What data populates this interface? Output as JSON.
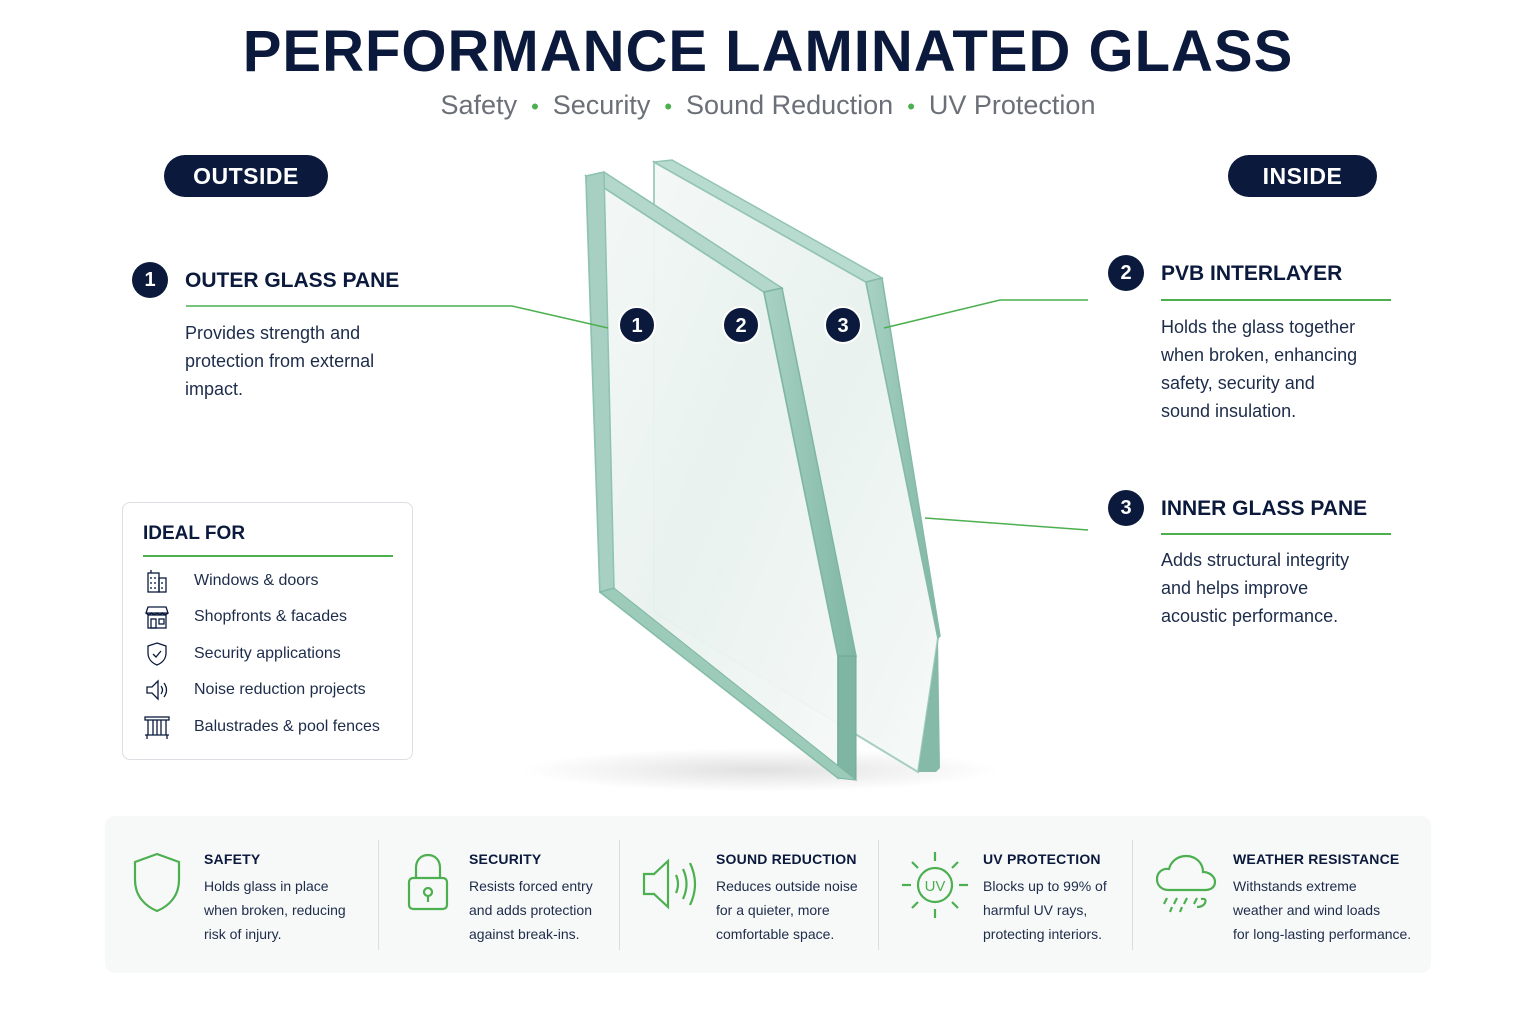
{
  "title": "PERFORMANCE LAMINATED GLASS",
  "subtitle": {
    "items": [
      "Safety",
      "Security",
      "Sound Reduction",
      "UV Protection"
    ],
    "separator": "•"
  },
  "labels": {
    "outside": "OUTSIDE",
    "inside": "INSIDE"
  },
  "markers": [
    "1",
    "2",
    "3"
  ],
  "callouts": [
    {
      "number": "1",
      "title": "OUTER GLASS PANE",
      "desc": [
        "Provides strength and",
        "protection from external",
        "impact."
      ]
    },
    {
      "number": "2",
      "title": "PVB INTERLAYER",
      "desc": [
        "Holds the glass together",
        "when broken, enhancing",
        "safety, security and",
        "sound insulation."
      ]
    },
    {
      "number": "3",
      "title": "INNER GLASS PANE",
      "desc": [
        "Adds structural integrity",
        "and helps improve",
        "acoustic performance."
      ]
    }
  ],
  "ideal_for": {
    "title": "IDEAL FOR",
    "items": [
      {
        "icon": "building-icon",
        "label": "Windows & doors"
      },
      {
        "icon": "shopfront-icon",
        "label": "Shopfronts & facades"
      },
      {
        "icon": "shield-check-icon",
        "label": "Security applications"
      },
      {
        "icon": "speaker-icon",
        "label": "Noise reduction projects"
      },
      {
        "icon": "balustrade-icon",
        "label": "Balustrades & pool fences"
      }
    ]
  },
  "benefits": [
    {
      "icon": "shield-icon",
      "title": "SAFETY",
      "desc": [
        "Holds glass in place",
        "when broken, reducing",
        "risk of injury."
      ]
    },
    {
      "icon": "padlock-icon",
      "title": "SECURITY",
      "desc": [
        "Resists forced entry",
        "and adds protection",
        "against break-ins."
      ]
    },
    {
      "icon": "sound-waves-icon",
      "title": "SOUND REDUCTION",
      "desc": [
        "Reduces outside noise",
        "for a quieter, more",
        "comfortable space."
      ]
    },
    {
      "icon": "uv-sun-icon",
      "uv_text": "UV",
      "title": "UV PROTECTION",
      "desc": [
        "Blocks up to 99% of",
        "harmful UV rays,",
        "protecting interiors."
      ]
    },
    {
      "icon": "rain-cloud-icon",
      "title": "WEATHER RESISTANCE",
      "desc": [
        "Withstands extreme",
        "weather and wind loads",
        "for long-lasting performance."
      ]
    }
  ],
  "colors": {
    "navy": "#0b1a3c",
    "green": "#4caf50",
    "glass_edge": "#8fc2b0",
    "glass_face": "#eef5f3"
  }
}
